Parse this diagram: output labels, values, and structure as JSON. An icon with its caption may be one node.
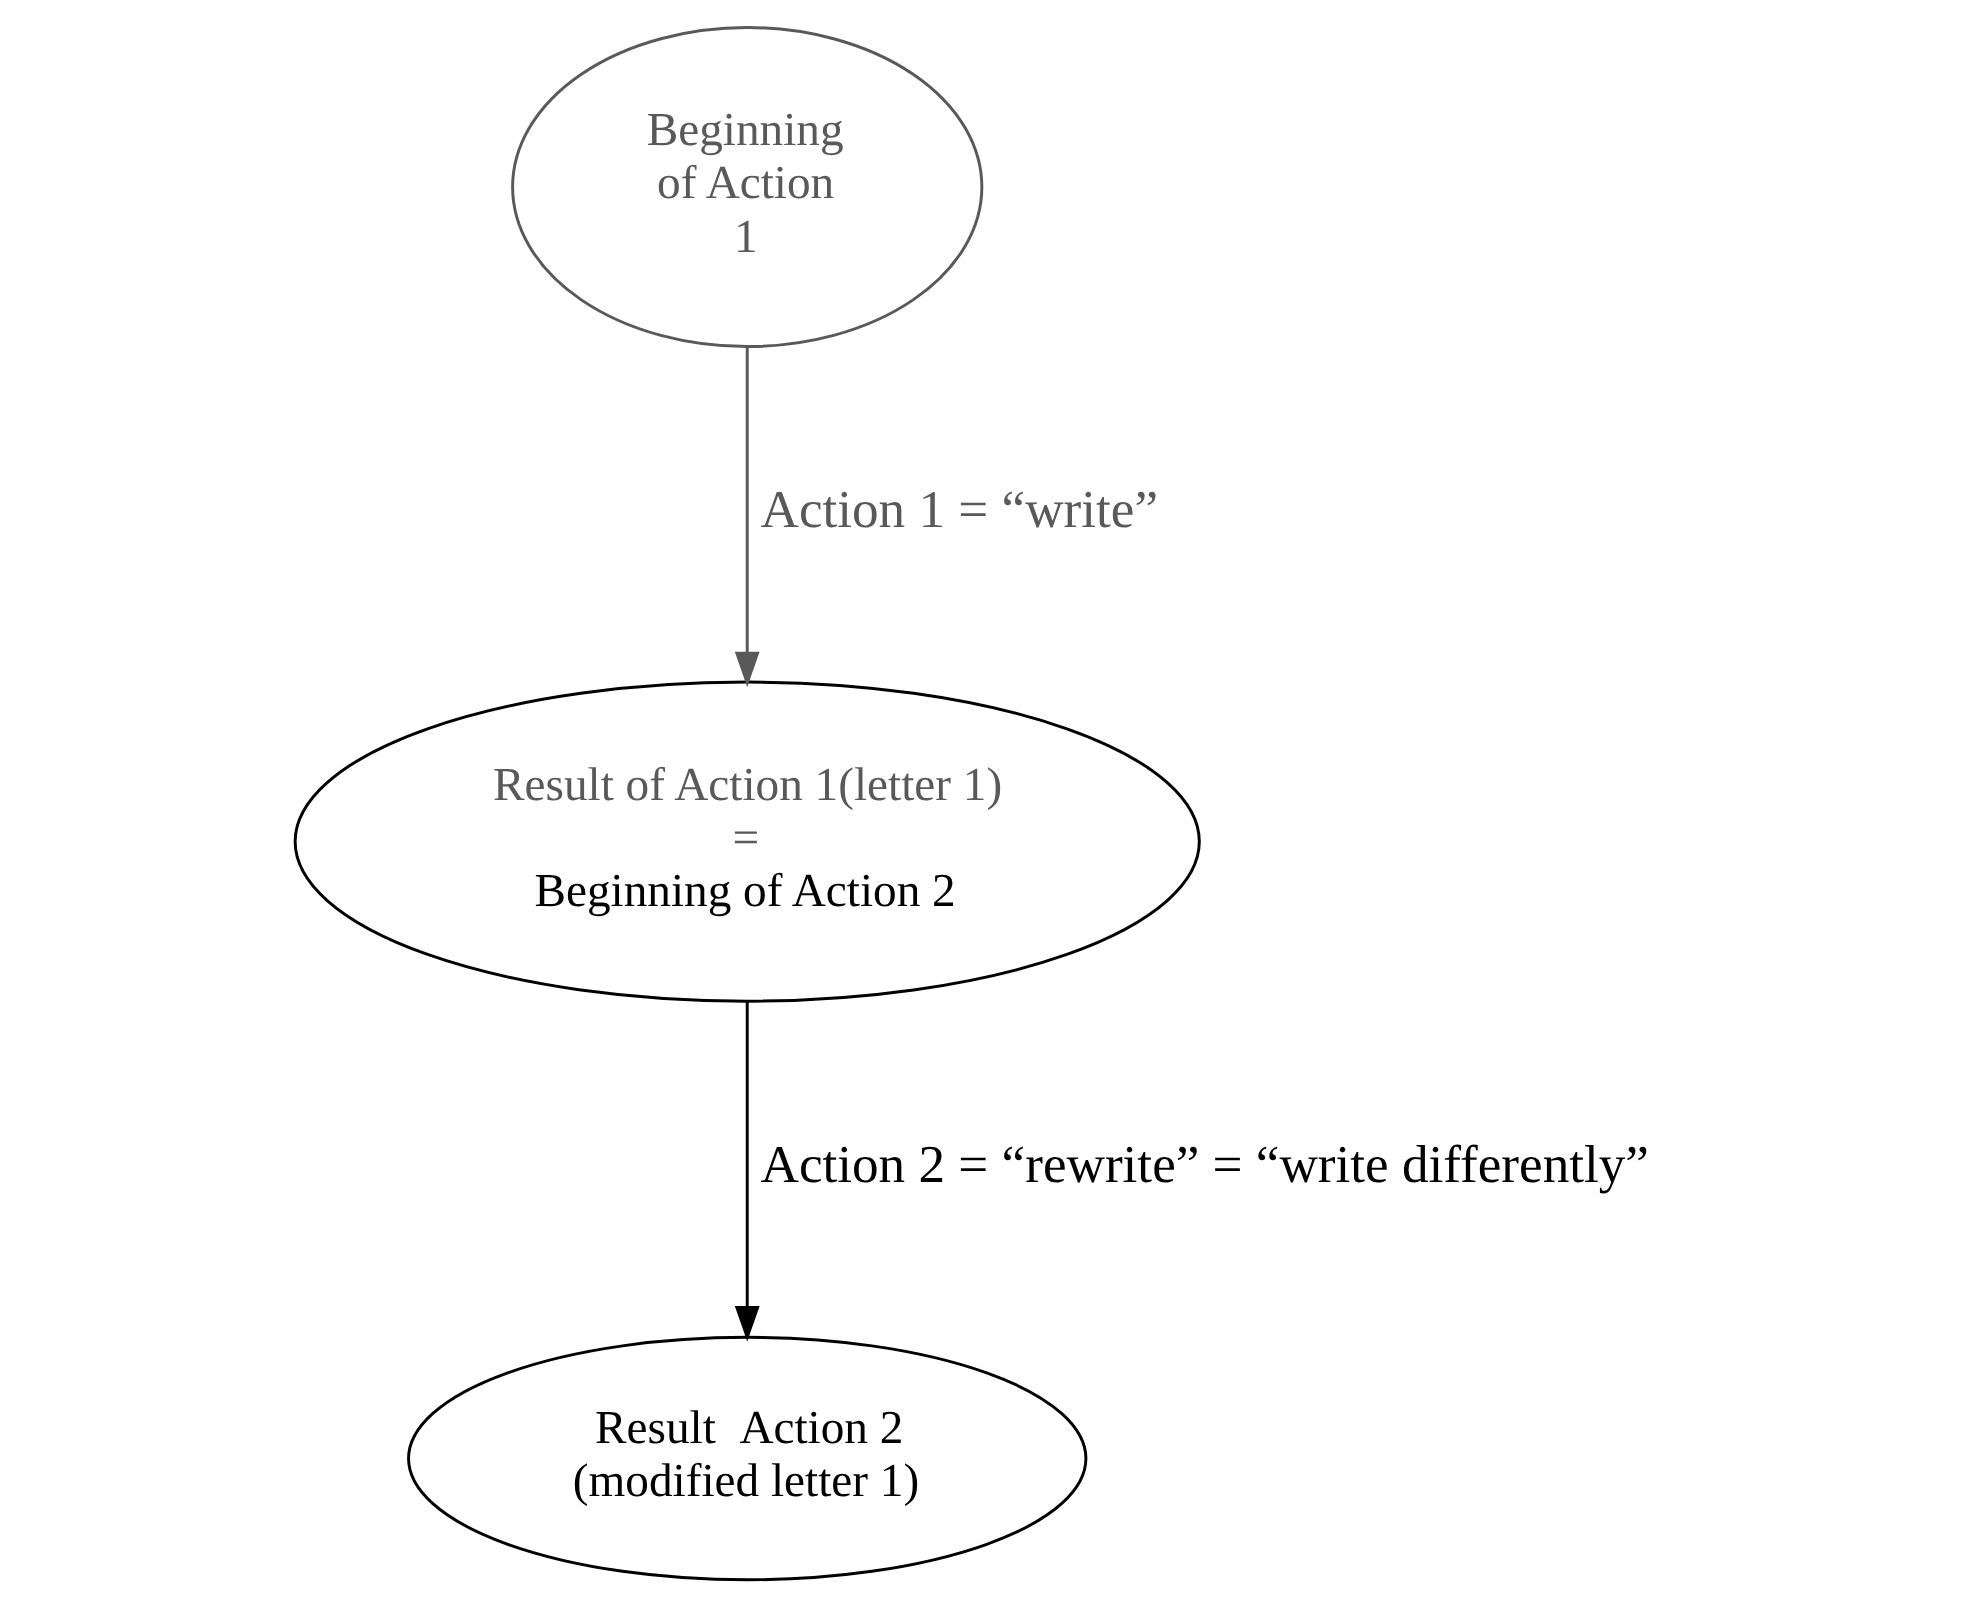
{
  "diagram": {
    "nodes": [
      {
        "text": [
          "Beginning of Action 1"
        ]
      },
      {
        "text": [
          "Result of Action 1(letter 1)",
          "=",
          "Beginning of Action 2"
        ]
      },
      {
        "text": [
          "Result  Action 2 (modified letter 1)"
        ]
      }
    ],
    "edges": [
      {
        "from": 0,
        "to": 1,
        "arrow": "to",
        "label": "Action 1 = “write”",
        "color": "#595959"
      },
      {
        "from": 1,
        "to": 2,
        "arrow": "to",
        "label": "Action 2 = “rewrite” = “write differently”"
      }
    ]
  }
}
